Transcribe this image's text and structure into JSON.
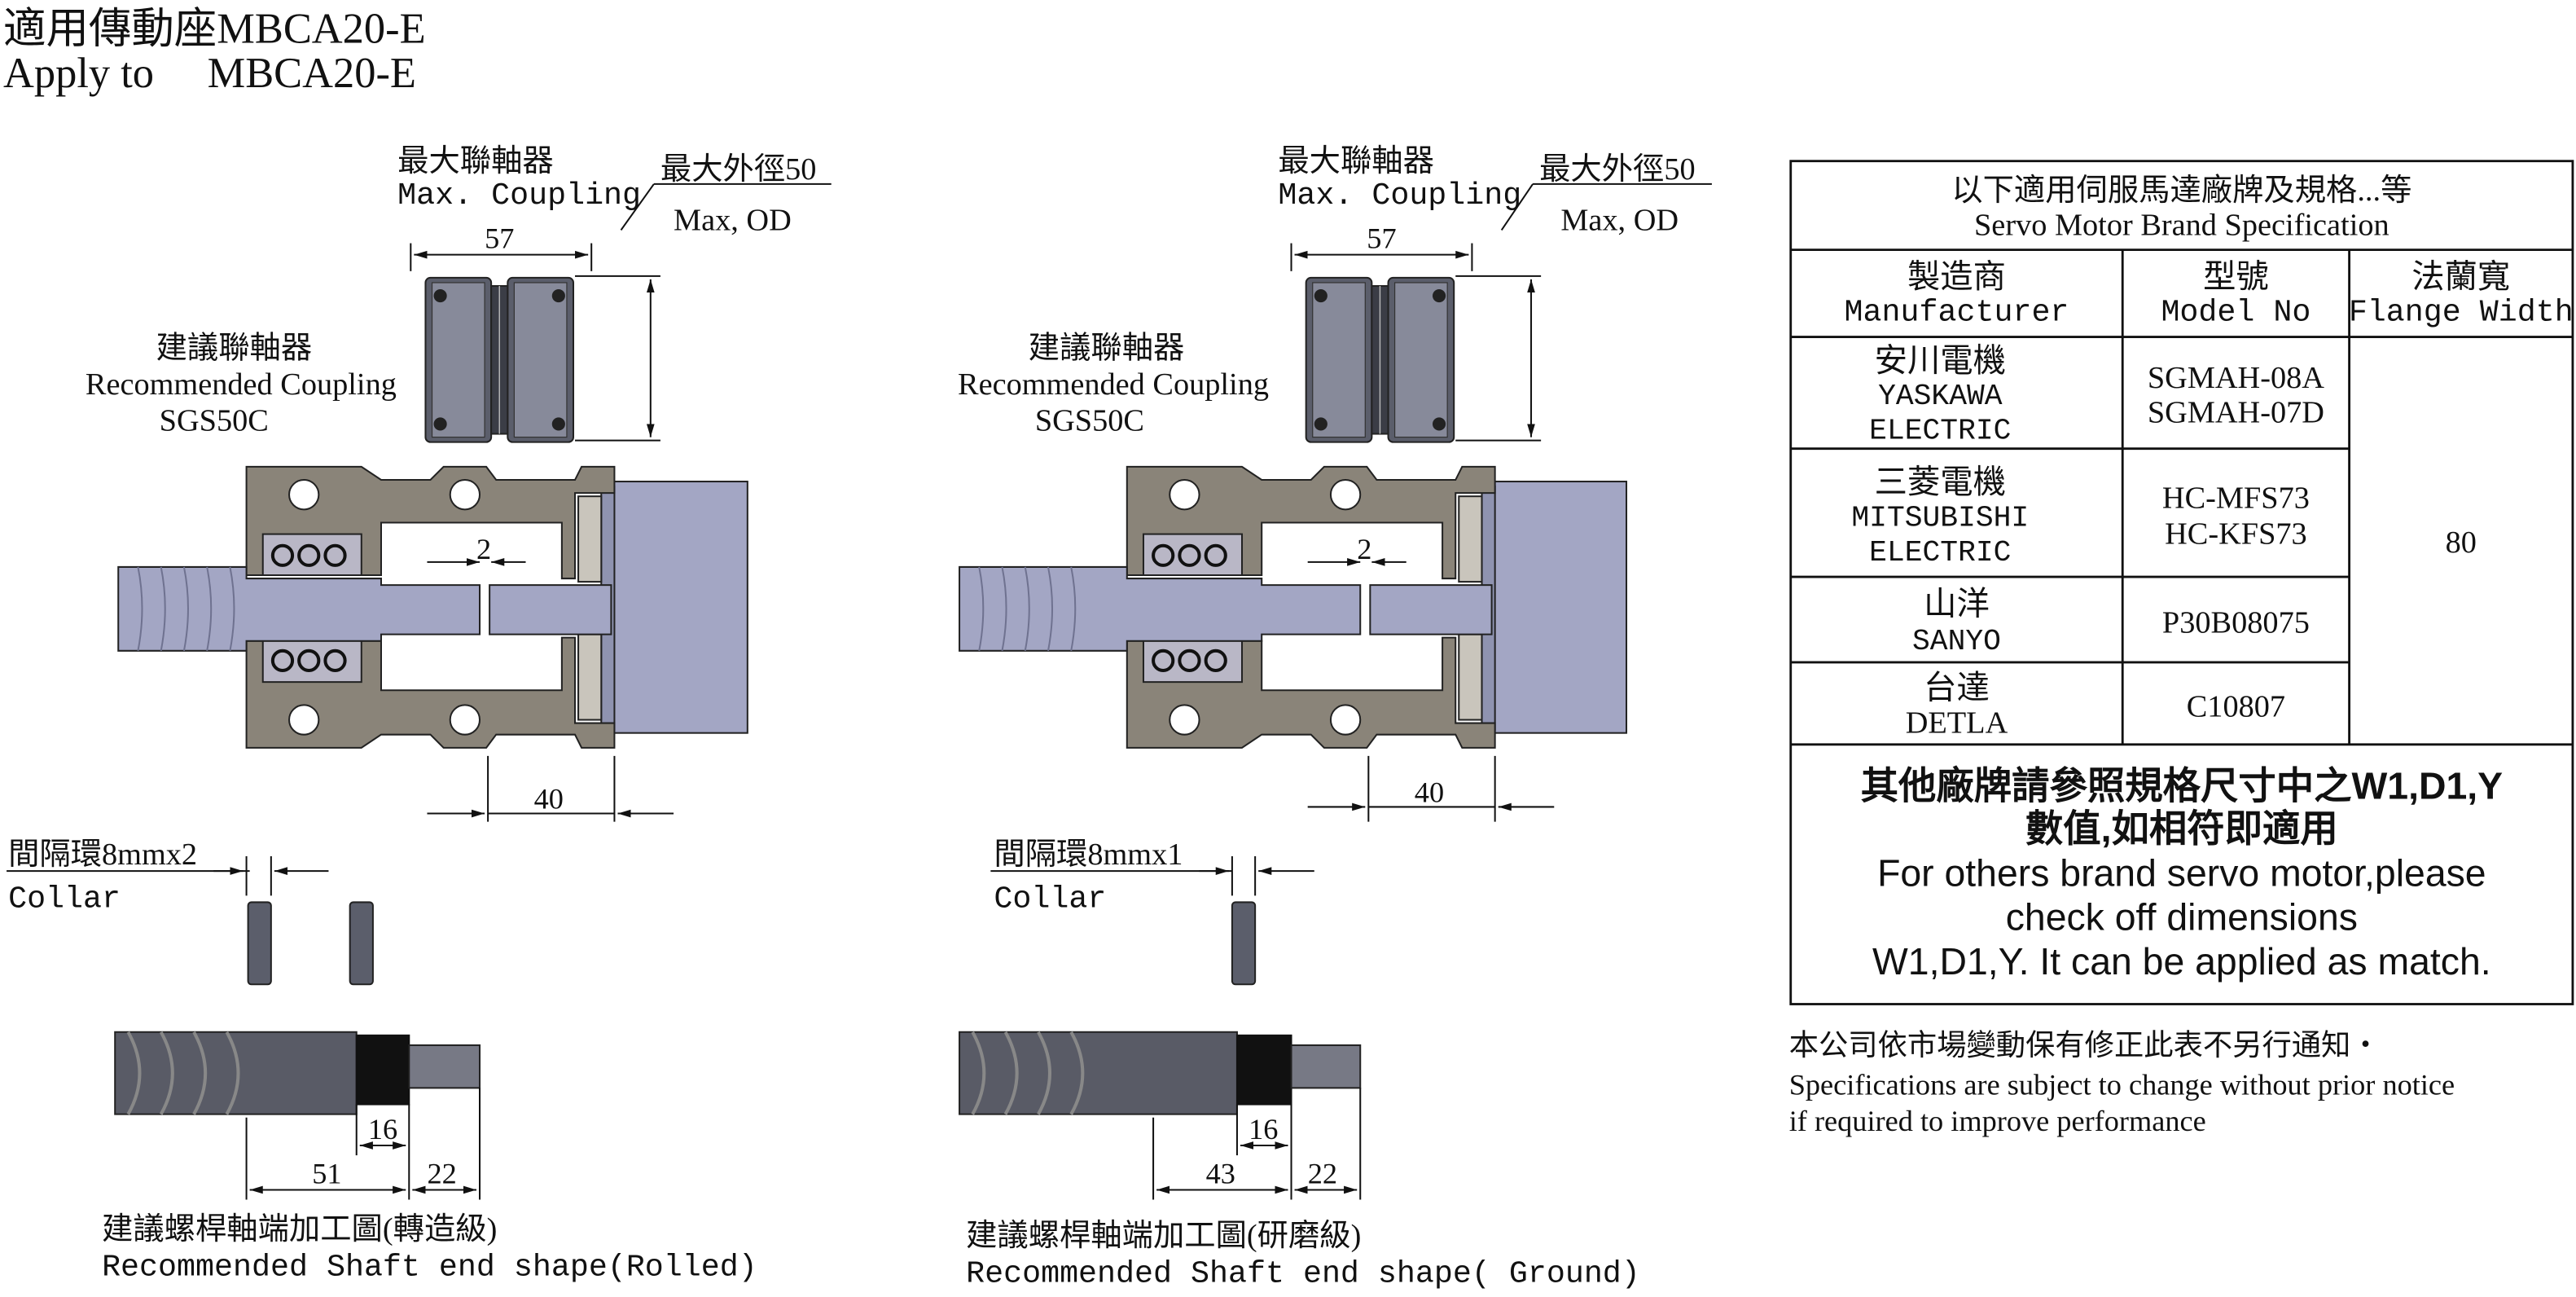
{
  "header": {
    "title_zh": "適用傳動座MBCA20-E",
    "title_en": "Apply to　 MBCA20-E"
  },
  "assemblies": [
    {
      "max_coupling_zh": "最大聯軸器",
      "max_coupling_en": "Max. Coupling",
      "max_od_zh": "最大外徑50",
      "max_od_en": "Max, OD",
      "dim_coupling": "57",
      "rec_coupling_zh": "建議聯軸器",
      "rec_coupling_en": "Recommended Coupling",
      "rec_coupling_model": "SGS50C",
      "dim_gap": "2",
      "dim_40": "40",
      "collar_zh": "間隔環8mmx2",
      "collar_en": "Collar",
      "dim_16": "16",
      "dim_len": "51",
      "dim_22": "22",
      "shaft_zh": "建議螺桿軸端加工圖(轉造級)",
      "shaft_en": "Recommended Shaft end shape(Rolled)"
    },
    {
      "max_coupling_zh": "最大聯軸器",
      "max_coupling_en": "Max. Coupling",
      "max_od_zh": "最大外徑50",
      "max_od_en": "Max, OD",
      "dim_coupling": "57",
      "rec_coupling_zh": "建議聯軸器",
      "rec_coupling_en": "Recommended Coupling",
      "rec_coupling_model": "SGS50C",
      "dim_gap": "2",
      "dim_40": "40",
      "collar_zh": "間隔環8mmx1",
      "collar_en": "Collar",
      "dim_16": "16",
      "dim_len": "43",
      "dim_22": "22",
      "shaft_zh": "建議螺桿軸端加工圖(研磨級)",
      "shaft_en": "Recommended Shaft end shape( Ground)"
    }
  ],
  "spec_table": {
    "title_zh": "以下適用伺服馬達廠牌及規格...等",
    "title_en": "Servo Motor Brand Specification",
    "headers": [
      {
        "zh": "製造商",
        "en": "Manufacturer"
      },
      {
        "zh": "型號",
        "en": "Model No"
      },
      {
        "zh": "法蘭寬",
        "en": "Flange Width"
      }
    ],
    "rows": [
      {
        "brand_zh": "安川電機",
        "brand_en1": "YASKAWA",
        "brand_en2": "ELECTRIC",
        "model1": "SGMAH-08A",
        "model2": "SGMAH-07D"
      },
      {
        "brand_zh": "三菱電機",
        "brand_en1": "MITSUBISHI",
        "brand_en2": "ELECTRIC",
        "model1": "HC-MFS73",
        "model2": "HC-KFS73"
      },
      {
        "brand_zh": "山洋",
        "brand_en1": "SANYO",
        "model1": "P30B08075"
      },
      {
        "brand_zh": "台達",
        "brand_en1": "DETLA",
        "model1": "C10807"
      }
    ],
    "flange_width": "80",
    "note_zh1": "其他廠牌請參照規格尺寸中之W1,D1,Y",
    "note_zh2": "數值,如相符即適用",
    "note_en1": "For others brand servo motor,please",
    "note_en2": "check off dimensions",
    "note_en3": "W1,D1,Y. It can be applied as match."
  },
  "footnote": {
    "zh": "本公司依市場變動保有修正此表不另行通知・",
    "en1": "Specifications are subject to change without prior notice",
    "en2": " if required to improve performance"
  },
  "colors": {
    "housing": "#8a8479",
    "motor": "#a3a6c4",
    "coupling": "#5b5e6b",
    "shaft_dark": "#595b66",
    "shaft_light": "#777985",
    "black_band": "#111111"
  }
}
